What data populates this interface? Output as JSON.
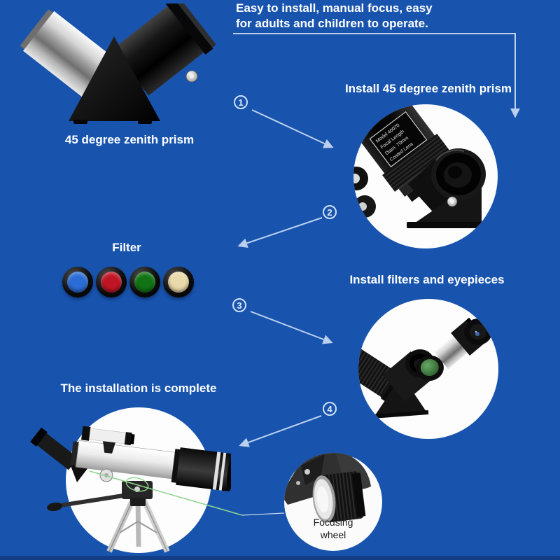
{
  "colors": {
    "background": "#1854ae",
    "bottom_strip": "#113e85",
    "annotation": "#bcd0ee",
    "laser_green": "#8fd68f",
    "heading_text": "#ffffff"
  },
  "tagline": {
    "line1": "Easy to install, manual focus, easy",
    "line2": "for adults and children to operate."
  },
  "product": {
    "caption": "45 degree zenith prism"
  },
  "steps": [
    {
      "number": "1"
    },
    {
      "number": "2"
    },
    {
      "number": "3"
    },
    {
      "number": "4"
    }
  ],
  "sections": {
    "install_prism_title": "Install 45 degree zenith prism",
    "filter_caption": "Filter",
    "install_filters_title": "Install filters and eyepieces",
    "complete_title": "The installation is complete"
  },
  "filters": {
    "items": [
      {
        "name": "blue-filter",
        "color": "#2b6cd6"
      },
      {
        "name": "red-filter",
        "color": "#c01525"
      },
      {
        "name": "green-filter",
        "color": "#117313"
      },
      {
        "name": "yellow-filter",
        "color": "#ead9aa"
      }
    ]
  },
  "scope_label": {
    "line1": "Model 40070",
    "line2": "Focal Length",
    "line3": "Diam: 70mm",
    "line4": "Coated Lens"
  },
  "focus_detail": {
    "line1": "Focusing",
    "line2": "wheel"
  }
}
